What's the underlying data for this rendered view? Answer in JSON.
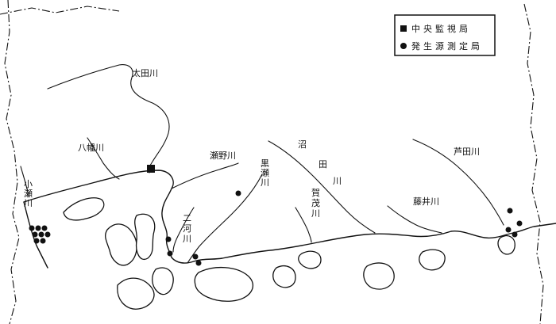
{
  "legend": {
    "main_station": "中央監視局",
    "source_station": "発生源測定局"
  },
  "rivers": {
    "ota": "太田川",
    "yahata": "八幡川",
    "segano": "瀬野川",
    "kurose": "黒瀬川",
    "nuta": [
      "沼",
      "田",
      "川"
    ],
    "ashida": "芦田川",
    "kamo": "賀茂川",
    "fujii": "藤井川",
    "nikawa": [
      "二",
      "河",
      "川"
    ],
    "ose": [
      "小",
      "瀬",
      "川"
    ],
    "kurose_v": [
      "黒",
      "瀬",
      "川"
    ],
    "kamo_v": [
      "賀",
      "茂",
      "川"
    ]
  },
  "colors": {
    "ink": "#111111",
    "paper": "#ffffff"
  },
  "stations": {
    "central": {
      "count": 1,
      "symbol": "square"
    },
    "source": {
      "symbol": "circle"
    }
  }
}
